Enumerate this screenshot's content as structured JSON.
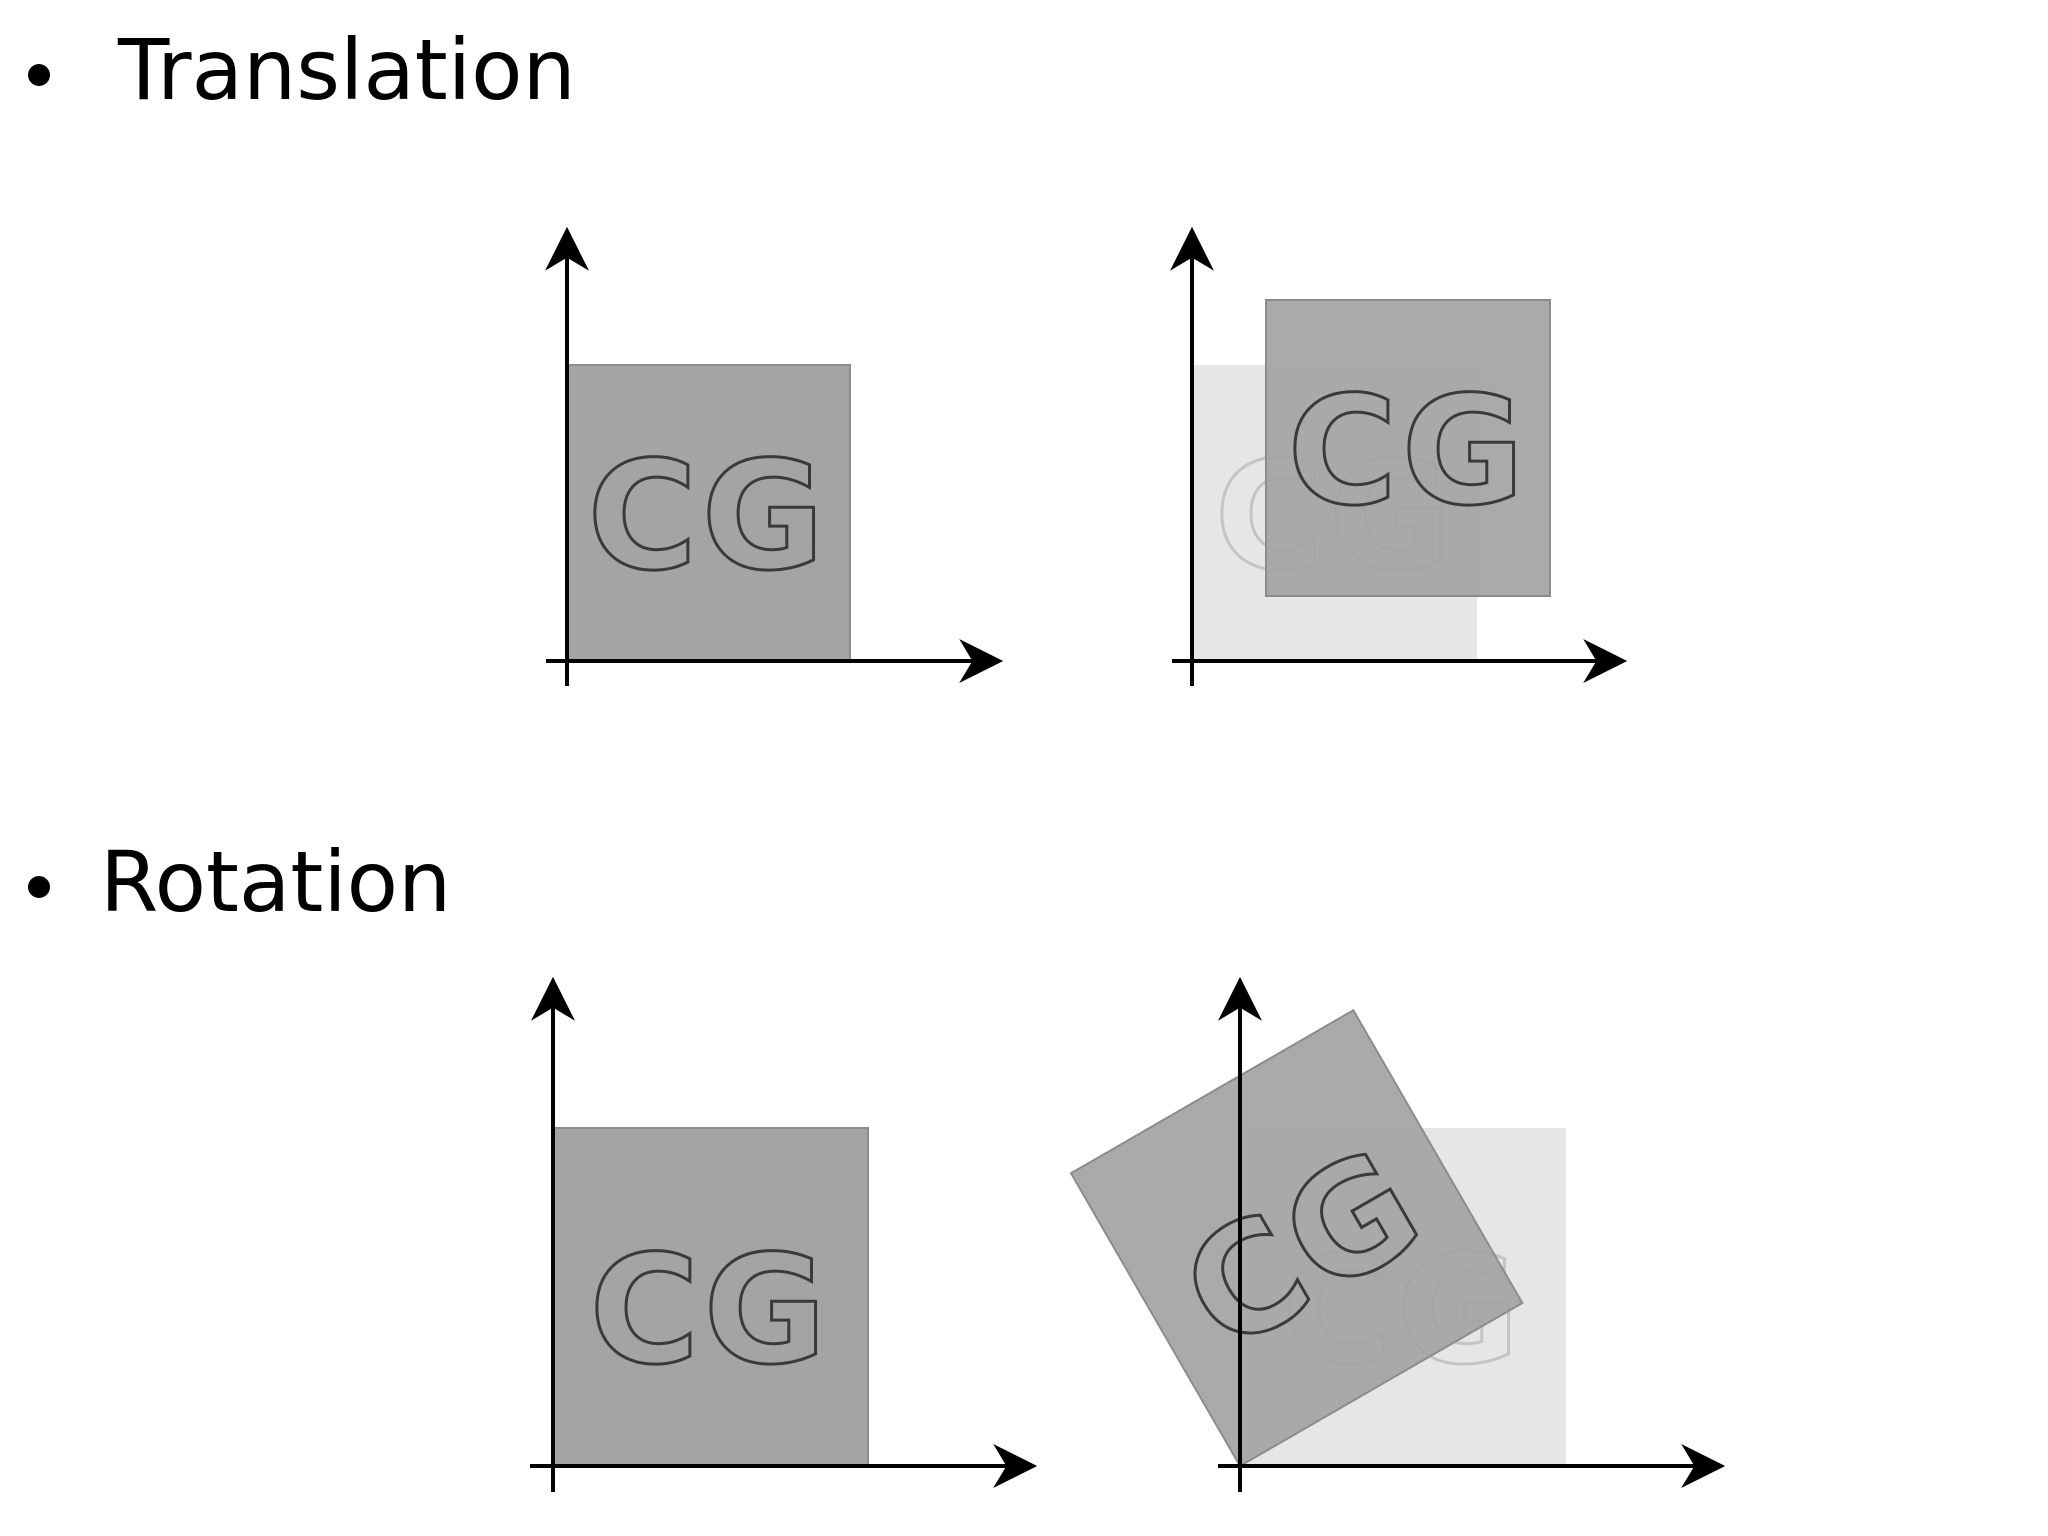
{
  "bullets": {
    "translation": "Translation",
    "rotation": "Rotation"
  },
  "shape_label": "CG",
  "colors": {
    "square": "#a4a4a4",
    "ghost_square": "#e6e6e6",
    "ghost_letters": "#c4c4c4",
    "outline": "#3a3a3a",
    "axis": "#000000"
  },
  "transforms": {
    "rotation_degrees": -30
  }
}
